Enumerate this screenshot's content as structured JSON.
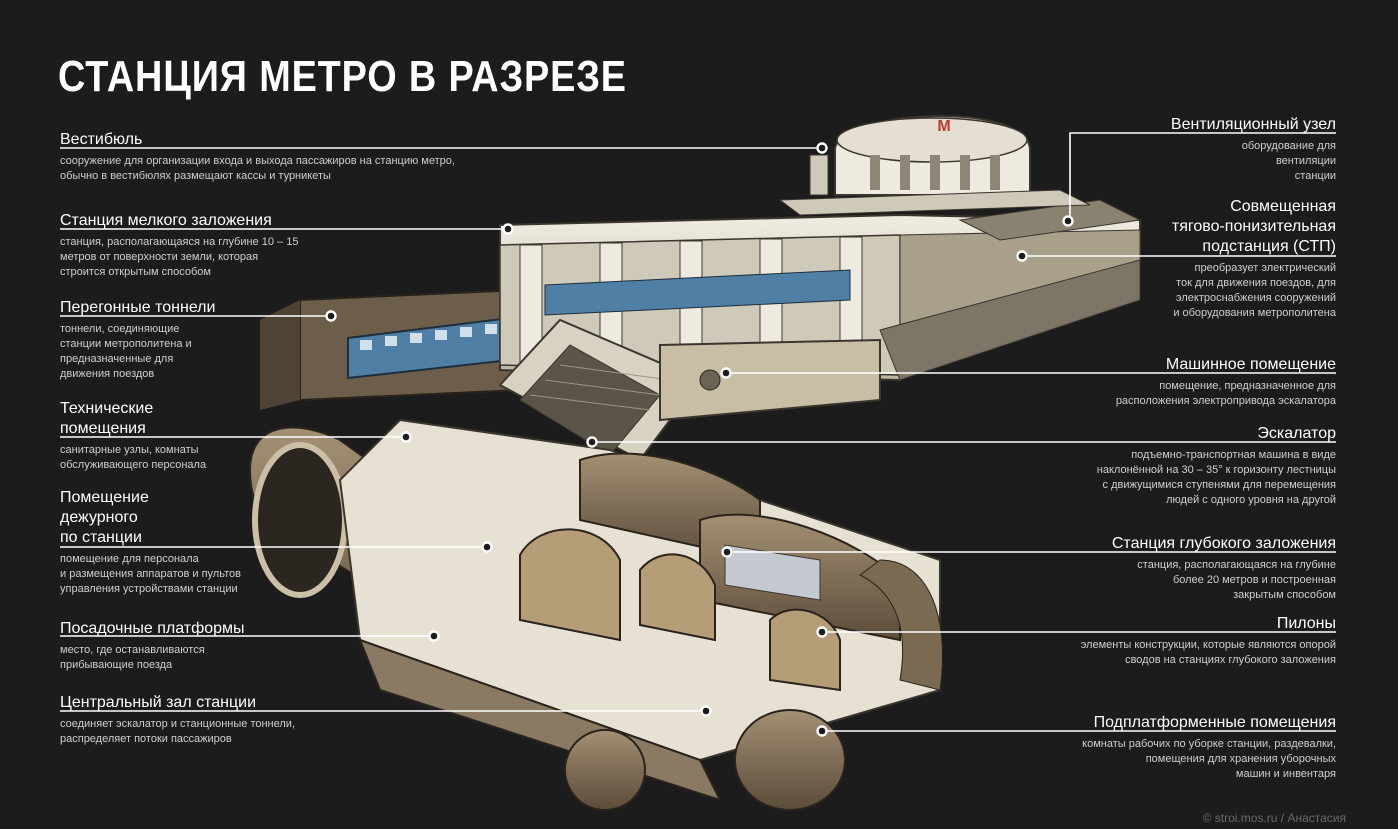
{
  "title": "СТАНЦИЯ МЕТРО В РАЗРЕЗЕ",
  "colors": {
    "background": "#1c1c1c",
    "text": "#ffffff",
    "description": "#cfcfcf",
    "structure": "#e6e1d3",
    "tunnel": "#8a7a63",
    "train": "#4f7fa5"
  },
  "metro_logo": "М",
  "labels": {
    "vestibule": {
      "heading": "Вестибюль",
      "desc": [
        "сооружение для организации входа и выхода пассажиров на станцию метро,",
        "обычно в вестибюлях размещают кассы и турникеты"
      ]
    },
    "shallow_station": {
      "heading": "Станция мелкого заложения",
      "desc": [
        "станция, располагающаяся на глубине 10 – 15",
        "метров от поверхности земли, которая",
        "строится открытым способом"
      ]
    },
    "tunnels": {
      "heading": "Перегонные тоннели",
      "desc": [
        "тоннели, соединяющие",
        "станции метрополитена и",
        "предназначенные для",
        "движения поездов"
      ]
    },
    "tech_rooms": {
      "heading": [
        "Технические",
        "помещения"
      ],
      "desc": [
        "санитарные узлы, комнаты",
        "обслуживающего персонала"
      ]
    },
    "duty_room": {
      "heading": [
        "Помещение",
        "дежурного",
        "по станции"
      ],
      "desc": [
        "помещение для персонала",
        "и размещения аппаратов и пультов",
        "управления устройствами станции"
      ]
    },
    "platforms": {
      "heading": "Посадочные платформы",
      "desc": [
        "место, где останавливаются",
        "прибывающие поезда"
      ]
    },
    "central_hall": {
      "heading": "Центральный зал станции",
      "desc": [
        "соединяет эскалатор и станционные тоннели,",
        "распределяет потоки пассажиров"
      ]
    },
    "ventilation": {
      "heading": "Вентиляционный узел",
      "desc": [
        "оборудование для",
        "вентиляции",
        "станции"
      ]
    },
    "substation": {
      "heading": [
        "Совмещенная",
        "тягово-понизительная",
        "подстанция (СТП)"
      ],
      "desc": [
        "преобразует электрический",
        "ток для движения поездов, для",
        "электроснабжения сооружений",
        "и оборудования метрополитена"
      ]
    },
    "machine_room": {
      "heading": "Машинное помещение",
      "desc": [
        "помещение, предназначенное для",
        "расположения электропривода эскалатора"
      ]
    },
    "escalator": {
      "heading": "Эскалатор",
      "desc": [
        "подъемно-транспортная машина в виде",
        "наклонённой на 30 – 35° к горизонту лестницы",
        "с движущимися ступенями для перемещения",
        "людей с одного уровня на другой"
      ]
    },
    "deep_station": {
      "heading": "Станция глубокого заложения",
      "desc": [
        "станция, располагающаяся на глубине",
        "более 20 метров и построенная",
        "закрытым способом"
      ]
    },
    "pylons": {
      "heading": "Пилоны",
      "desc": [
        "элементы конструкции, которые являются опорой",
        "сводов на станциях глубокого заложения"
      ]
    },
    "underplatform": {
      "heading": "Подплатформенные помещения",
      "desc": [
        "комнаты рабочих по уборке станции, раздевалки,",
        "помещения для хранения уборочных",
        "машин и инвентаря"
      ]
    }
  },
  "credit": "© stroi.mos.ru / Анастасия"
}
